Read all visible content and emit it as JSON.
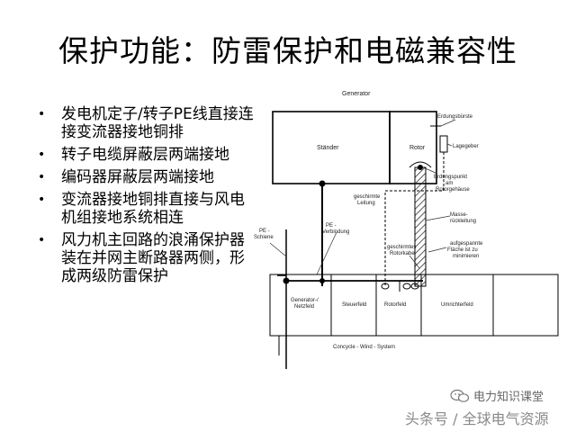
{
  "title": "保护功能：防雷保护和电磁兼容性",
  "bullets": [
    "发电机定子/转子PE线直接连接变流器接地铜排",
    "转子电缆屏蔽层两端接地",
    "编码器屏蔽层两端接地",
    "变流器接地铜排直接与风电机组接地系统相连",
    "风力机主回路的浪涌保护器装在并网主断路器两侧，形成两级防雷保护"
  ],
  "bullet_glyph": "•",
  "diagram": {
    "generator": "Generator",
    "staender": "Ständer",
    "rotor": "Rotor",
    "erdungsbuerste": "Erdungsbürste",
    "lagegeber": "Lagegeber",
    "erdungspunkt": [
      "Erdungspunkt",
      "am",
      "Rotorgehäuse"
    ],
    "geschirmte_leitung": [
      "geschirmte",
      "Leitung"
    ],
    "masse_rueckleitung": [
      "Masse-",
      "rückleitung"
    ],
    "pe_verbindung": [
      "PE -",
      "Verbindung"
    ],
    "pe_schiene": [
      "PE -",
      "Schiene"
    ],
    "geschirmtes_rotorkabel": [
      "geschirmtes",
      "Rotorkabel"
    ],
    "aufgespannte_flaeche": [
      "aufgespannte",
      "Fläche ist zu",
      "minimieren"
    ],
    "generator_netzfeld": [
      "Generator-/",
      "Netzfeld"
    ],
    "steuerfeld": "Steuerfeld",
    "rotorfeld": "Rotorfeld",
    "umrichterfeld": "Umrichterfeld",
    "system": "Concycle - Wind - System"
  },
  "watermark": {
    "top": "电力知识课堂",
    "bottom": "头条号 / 全球电气资源"
  },
  "icons": {
    "bullet": "bullet-dot-icon",
    "watermark_logo": "wechat-logo-icon"
  },
  "colors": {
    "background": "#ffffff",
    "text": "#000000",
    "watermark": "#8a8a8a"
  }
}
